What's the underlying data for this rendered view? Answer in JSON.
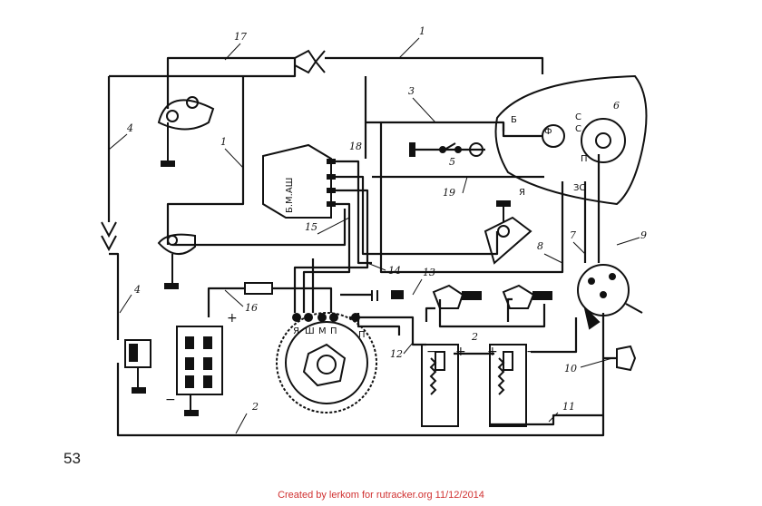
{
  "page_number": "53",
  "credit": "Created by lerkom for rutracker.org 11/12/2014",
  "relay_box_label": "Б.М.АШ",
  "callouts": [
    "17",
    "1",
    "3",
    "4",
    "1",
    "18",
    "6",
    "5",
    "19",
    "15",
    "8",
    "7",
    "9",
    "14",
    "13",
    "16",
    "12",
    "2",
    "10",
    "2",
    "11",
    "4"
  ],
  "terminal_labels": {
    "headlight": [
      "Б",
      "Ф",
      "С",
      "С",
      "П",
      "Я",
      "ЗС"
    ],
    "generator": [
      "Я",
      "Ш",
      "М",
      "П",
      "П"
    ]
  },
  "polarity": {
    "battery_plus": "+",
    "battery_minus": "−",
    "coil_minus_left": "−",
    "coil_plus_left": "+",
    "coil_plus_right": "+",
    "coil_minus_right": "−"
  }
}
